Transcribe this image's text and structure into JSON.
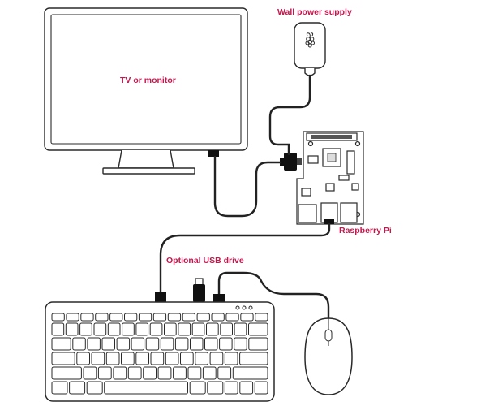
{
  "diagram": {
    "labels": {
      "monitor": "TV or monitor",
      "power_supply": "Wall power supply",
      "raspberry_pi": "Raspberry Pi",
      "usb_drive": "Optional USB drive"
    },
    "colors": {
      "label": "#c4174d",
      "line": "#222222",
      "outline": "#2a2a2a",
      "background": "#ffffff"
    },
    "icons": [
      "monitor-icon",
      "power-supply-icon",
      "raspberry-pi-board-icon",
      "usb-drive-icon",
      "keyboard-icon",
      "mouse-icon"
    ]
  }
}
